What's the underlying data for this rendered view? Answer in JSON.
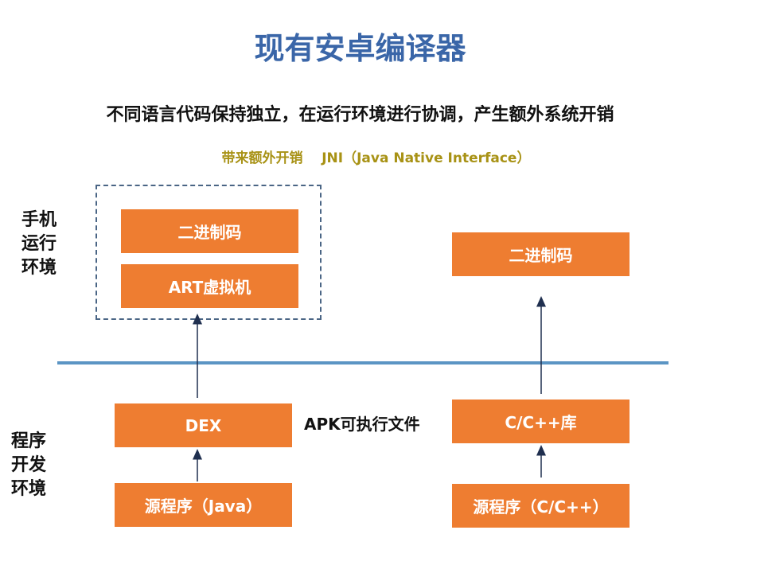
{
  "title": "现有安卓编译器",
  "subtitle": "不同语言代码保持独立，在运行环境进行协调，产生额外系统开销",
  "jni_note": "带来额外开销    JNI（Java Native Interface）",
  "side_labels": {
    "runtime": "手机\n运行\n环境",
    "dev": "程序\n开发\n环境"
  },
  "left_stack": {
    "binary": "二进制码",
    "art_vm": "ART虚拟机",
    "dex": "DEX",
    "source": "源程序（Java）"
  },
  "right_stack": {
    "binary": "二进制码",
    "lib": "C/C++库",
    "source": "源程序（C/C++）"
  },
  "apk_label": "APK可执行文件",
  "colors": {
    "title": "#3a66a8",
    "box": "#ee7d31",
    "note": "#a89215",
    "divider": "#5b95c4",
    "arrow": "#1f2f4f"
  }
}
